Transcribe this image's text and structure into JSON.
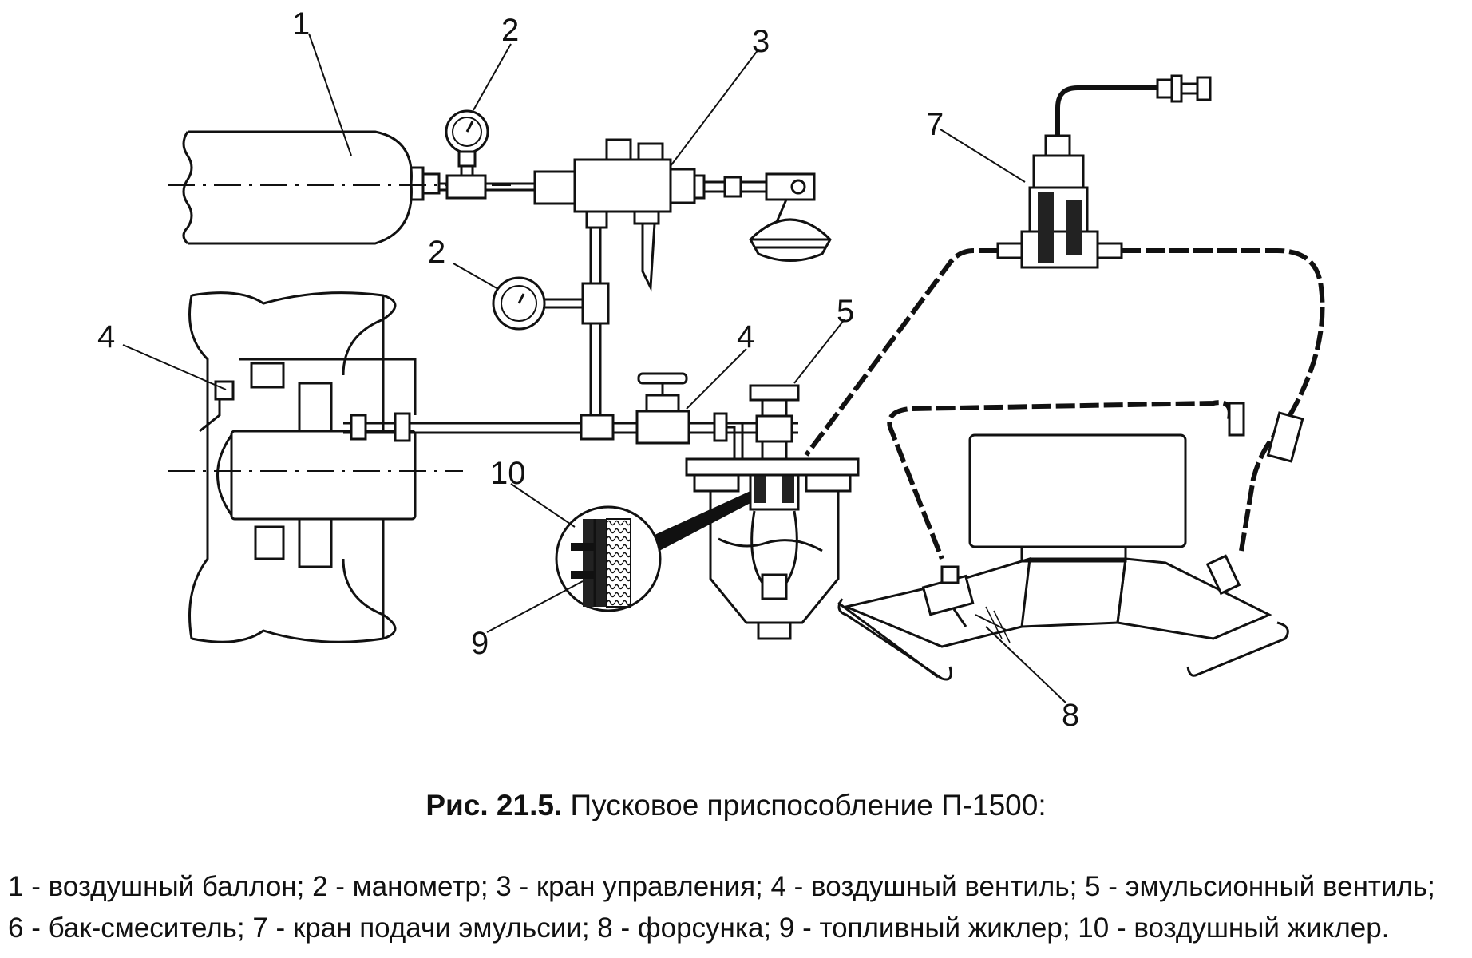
{
  "figure": {
    "callouts": {
      "n1": "1",
      "n2a": "2",
      "n2b": "2",
      "n3": "3",
      "n4a": "4",
      "n4b": "4",
      "n5": "5",
      "n7": "7",
      "n8": "8",
      "n9": "9",
      "n10": "10"
    },
    "caption_prefix": "Рис. 21.5.",
    "caption_text": " Пусковое приспособление П-1500:",
    "legend_line1": "1 - воздушный баллон; 2 - манометр; 3 - кран управления; 4 - воздушный вентиль; 5 - эмульсионный вентиль;",
    "legend_line2": "6 - бак-смеситель; 7 - кран подачи эмульсии; 8 - форсунка; 9 - топливный жиклер; 10 - воздушный жиклер."
  }
}
